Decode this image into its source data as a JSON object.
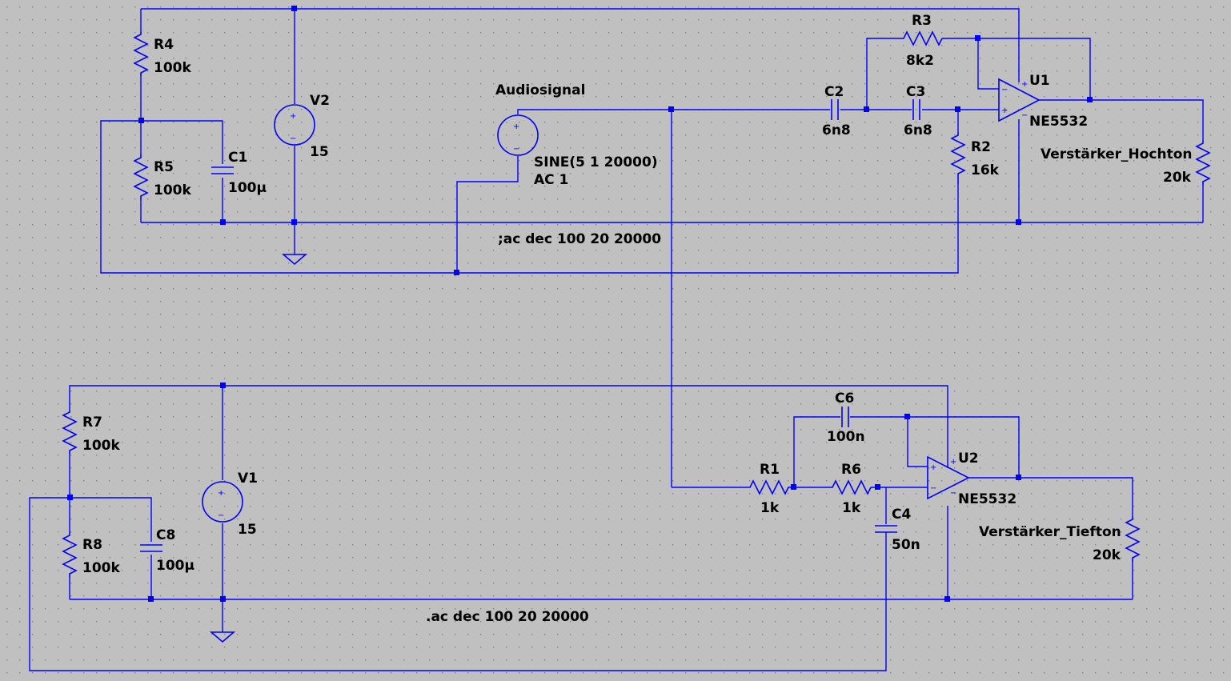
{
  "colors": {
    "background": "#c0c0c0",
    "wire": "#0000ff",
    "text": "#000000",
    "grid_dot": "#808080"
  },
  "labels": {
    "r4": "R4",
    "r4_val": "100k",
    "r5": "R5",
    "r5_val": "100k",
    "c1": "C1",
    "c1_val": "100µ",
    "v2": "V2",
    "v2_val": "15",
    "audio": "Audiosignal",
    "sine": "SINE(5 1 20000)",
    "ac1": "AC 1",
    "c2": "C2",
    "c2_val": "6n8",
    "c3": "C3",
    "c3_val": "6n8",
    "r3": "R3",
    "r3_val": "8k2",
    "r2": "R2",
    "r2_val": "16k",
    "u1": "U1",
    "u1_model": "NE5532",
    "load_hoch": "Verstärker_Hochton",
    "load_hoch_val": "20k",
    "ac_cmt": ";ac dec 100 20 20000",
    "r7": "R7",
    "r7_val": "100k",
    "r8": "R8",
    "r8_val": "100k",
    "c8": "C8",
    "c8_val": "100µ",
    "v1": "V1",
    "v1_val": "15",
    "c6": "C6",
    "c6_val": "100n",
    "r1": "R1",
    "r1_val": "1k",
    "r6": "R6",
    "r6_val": "1k",
    "c4": "C4",
    "c4_val": "50n",
    "u2": "U2",
    "u2_model": "NE5532",
    "load_tief": "Verstärker_Tiefton",
    "load_tief_val": "20k",
    "ac_dir": ".ac dec 100 20 20000"
  },
  "symbols": {
    "plus": "+",
    "minus": "−"
  }
}
